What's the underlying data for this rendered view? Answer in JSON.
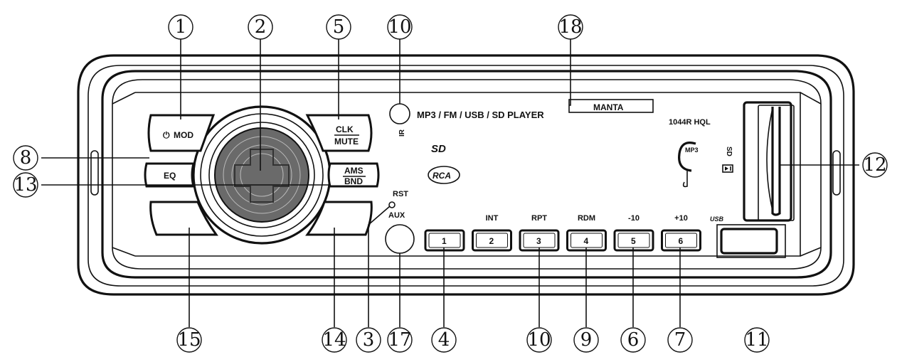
{
  "panel": {
    "brand": "MANTA",
    "title": "MP3 / FM / USB / SD PLAYER",
    "model": "1044R HQL",
    "ir_label": "IR",
    "sd_logo": "SD",
    "rca_logo": "RCA",
    "rst_label": "RST",
    "aux_label": "AUX",
    "usb_label": "USB",
    "sd_side_label": "SD",
    "mp3_badge": "MP3"
  },
  "buttons": {
    "mod": "MOD",
    "clk": "CLK",
    "mute": "MUTE",
    "eq": "EQ",
    "ams": "AMS",
    "bnd": "BND"
  },
  "presets": [
    {
      "num": "1",
      "func": ""
    },
    {
      "num": "2",
      "func": "INT"
    },
    {
      "num": "3",
      "func": "RPT"
    },
    {
      "num": "4",
      "func": "RDM"
    },
    {
      "num": "5",
      "func": "-10"
    },
    {
      "num": "6",
      "func": "+10"
    }
  ],
  "callouts": [
    "1",
    "2",
    "5",
    "10",
    "18",
    "8",
    "13",
    "12",
    "15",
    "14",
    "3",
    "17",
    "4",
    "10",
    "9",
    "6",
    "7",
    "11"
  ]
}
